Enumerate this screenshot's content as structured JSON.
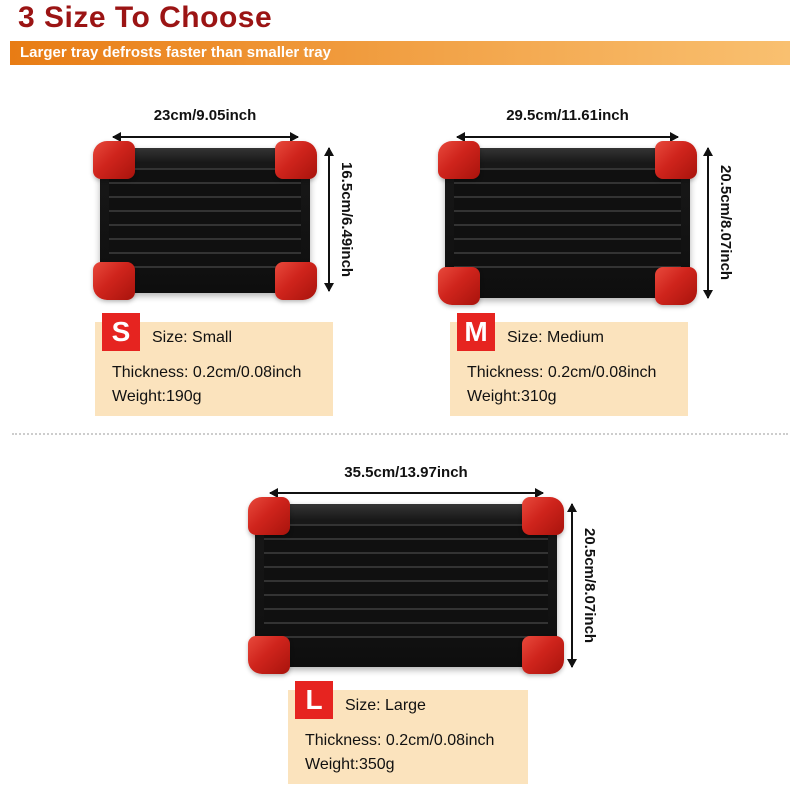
{
  "header": {
    "title": "3 Size To Choose",
    "subtitle": "Larger tray defrosts faster than smaller tray"
  },
  "trays": [
    {
      "id": "small",
      "letter": "S",
      "size_label": "Size: Small",
      "width_label": "23cm/9.05inch",
      "height_label": "16.5cm/6.49inch",
      "thickness": "Thickness: 0.2cm/0.08inch",
      "weight": "Weight:190g"
    },
    {
      "id": "medium",
      "letter": "M",
      "size_label": "Size: Medium",
      "width_label": "29.5cm/11.61inch",
      "height_label": "20.5cm/8.07inch",
      "thickness": "Thickness: 0.2cm/0.08inch",
      "weight": "Weight:310g"
    },
    {
      "id": "large",
      "letter": "L",
      "size_label": "Size: Large",
      "width_label": "35.5cm/13.97inch",
      "height_label": "20.5cm/8.07inch",
      "thickness": "Thickness: 0.2cm/0.08inch",
      "weight": "Weight:350g"
    }
  ],
  "colors": {
    "title_red": "#9b1414",
    "banner_start": "#e87c14",
    "banner_end": "#f9c070",
    "badge_red": "#e62420",
    "corner_red": "#cf241c",
    "info_bg": "#fbe3bd",
    "tray_black": "#0e0e0e"
  }
}
